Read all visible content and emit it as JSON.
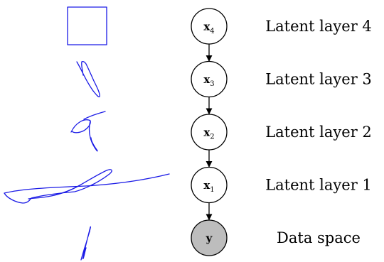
{
  "nodes": [
    {
      "id": "x4",
      "symbol": "x",
      "subscript": "4",
      "fill": "#ffffff",
      "label": "Latent layer 4"
    },
    {
      "id": "x3",
      "symbol": "x",
      "subscript": "3",
      "fill": "#ffffff",
      "label": "Latent layer 3"
    },
    {
      "id": "x2",
      "symbol": "x",
      "subscript": "2",
      "fill": "#ffffff",
      "label": "Latent layer 2"
    },
    {
      "id": "x1",
      "symbol": "x",
      "subscript": "1",
      "fill": "#ffffff",
      "label": "Latent layer 1"
    },
    {
      "id": "y",
      "symbol": "y",
      "subscript": "",
      "fill": "#bdbdbd",
      "label": "Data space"
    }
  ],
  "edges": [
    {
      "from": "x4",
      "to": "x3"
    },
    {
      "from": "x3",
      "to": "x2"
    },
    {
      "from": "x2",
      "to": "x1"
    },
    {
      "from": "x1",
      "to": "y"
    }
  ],
  "colors": {
    "sketch_stroke": "#1a1ae6",
    "node_stroke": "#000000",
    "arrow": "#000000"
  }
}
